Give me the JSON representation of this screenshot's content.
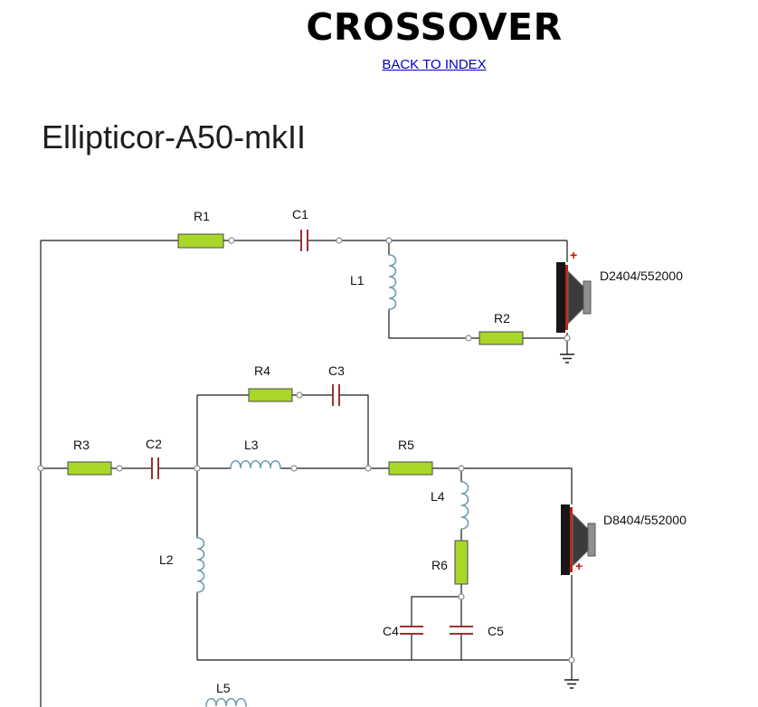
{
  "page": {
    "title": "CROSSOVER",
    "back_link": "BACK TO INDEX",
    "model": "Ellipticor-A50-mkII"
  },
  "schematic": {
    "labels": {
      "r1": "R1",
      "c1": "C1",
      "l1": "L1",
      "r2": "R2",
      "tweeter_plus": "+",
      "tweeter_model": "D2404/552000",
      "r3": "R3",
      "c2": "C2",
      "r4": "R4",
      "c3": "C3",
      "l3": "L3",
      "r5": "R5",
      "l4": "L4",
      "r6": "R6",
      "l2": "L2",
      "c4": "C4",
      "c5": "C5",
      "l5": "L5",
      "woofer_plus": "+",
      "woofer_model": "D8404/552000"
    },
    "colors": {
      "wire": "#1a1a1a",
      "resistor_fill": "#a8d629",
      "capacitor": "#993333",
      "inductor": "#6d9db1",
      "plus": "#cc1100",
      "speaker_accent": "#c22211",
      "link": "#0000cc"
    }
  }
}
